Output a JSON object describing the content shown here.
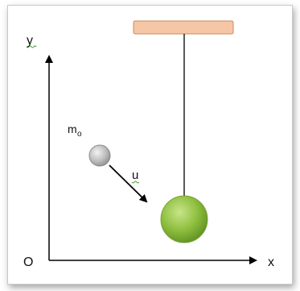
{
  "labels": {
    "y_axis": "y",
    "x_axis": "x",
    "origin": "O",
    "mass": "m",
    "mass_subscript": "o",
    "velocity": "u"
  },
  "colors": {
    "support": "#f6c7a6",
    "support_border": "#c98a5c",
    "small_ball": "#bdbdbd",
    "large_ball": "#8fbf3f",
    "axes": "#000000",
    "spellcheck_squiggle": "#3a9a2a"
  }
}
